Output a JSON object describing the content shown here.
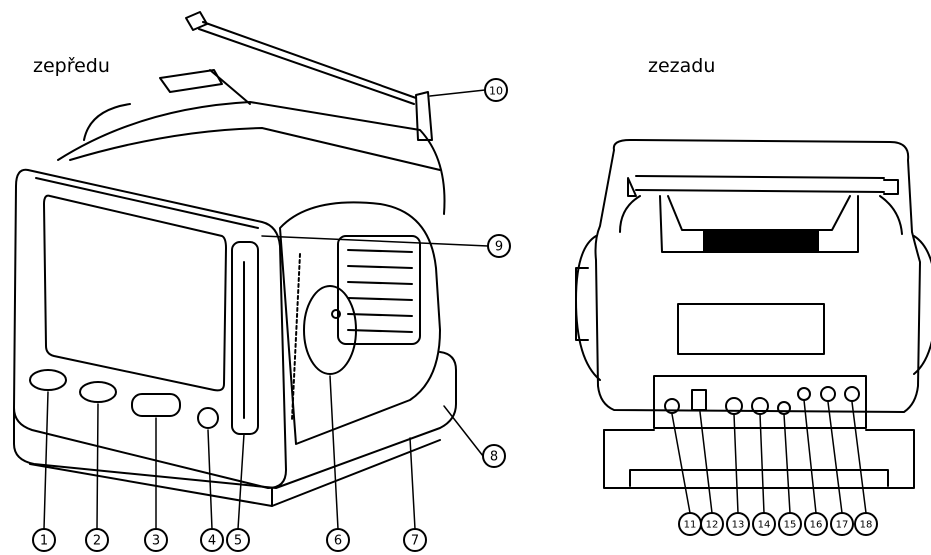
{
  "labels": {
    "front": "zepředu",
    "back": "zezadu"
  },
  "front_callouts": [
    "1",
    "2",
    "3",
    "4",
    "5",
    "6",
    "7",
    "8",
    "9",
    "10"
  ],
  "back_callouts": [
    "11",
    "12",
    "13",
    "14",
    "15",
    "16",
    "17",
    "18"
  ],
  "colors": {
    "line": "#000000",
    "background": "#ffffff"
  }
}
